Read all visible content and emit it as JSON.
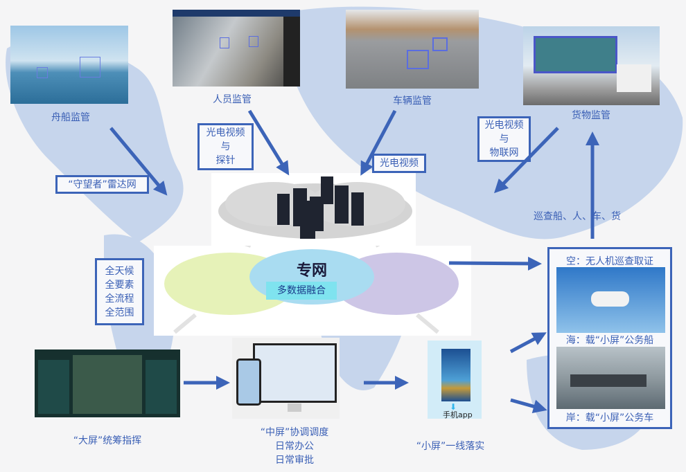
{
  "top_labels": {
    "ship": "舟船监管",
    "person": "人员监管",
    "vehicle": "车辆监管",
    "cargo": "货物监管"
  },
  "boxes": {
    "radar": "“守望者”雷达网",
    "probe": [
      "光电视频",
      "与",
      "探针"
    ],
    "video": "光电视频",
    "iot": [
      "光电视频",
      "与",
      "物联网"
    ],
    "all": [
      "全天候",
      "全要素",
      "全流程",
      "全范围"
    ]
  },
  "center": {
    "title": "专网",
    "subtitle": "多数据融合"
  },
  "patrol": "巡查船、人、车、货",
  "right_panel": {
    "air": "空：无人机巡查取证",
    "sea": "海：载“小屏”公务船",
    "shore": "岸：载“小屏”公务车"
  },
  "bottom": {
    "big": "“大屏”统筹指挥",
    "mid": [
      "“中屏”协调调度",
      "日常办公",
      "日常审批"
    ],
    "small": "“小屏”一线落实",
    "app": "手机app"
  },
  "colors": {
    "accent": "#3c64b8",
    "map": "#c3d3ea"
  }
}
